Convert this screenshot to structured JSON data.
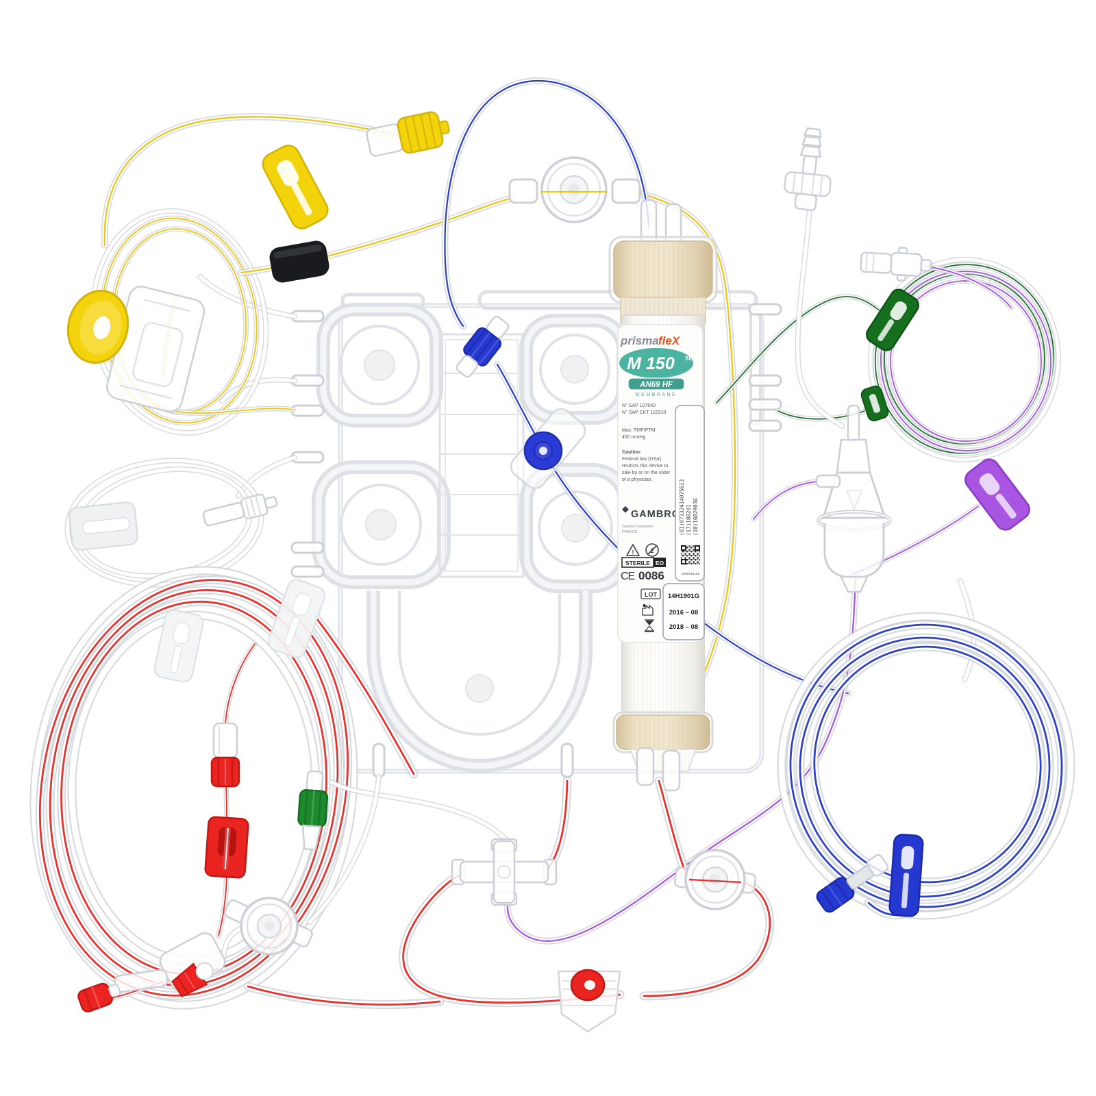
{
  "product": {
    "brand_prefix": "prisma",
    "brand_suffix": "fleX",
    "model": "M 150",
    "model_suffix": "SET",
    "membrane_line1": "AN69 HF",
    "membrane_line2": "MEMBRANE",
    "sap_line1": "N° SAP 107640",
    "sap_line2": "N° SAP CKT 115310",
    "tmp_label": "Max. TMP/PTM:",
    "tmp_value": "450 mmHg",
    "caution_title": "Caution:",
    "caution_lines": [
      "Federal law (USA)",
      "restricts this device to",
      "sale by or on the order",
      "of a physician."
    ],
    "manufacturer": "GAMBRO",
    "manufacturer_sub1": "Gambro Industries",
    "manufacturer_sub2": "FRANCE",
    "gs1_line1": "(01)07332414075613",
    "gs1_line2": "(17)180201",
    "gs1_line3": "(10)16B2903G",
    "qr_number": "1000014102",
    "warning_symbol": "!",
    "do_not_reuse_symbol": "2",
    "sterile_label": "STERILE",
    "sterile_method": "EO",
    "ce_mark": "CE",
    "ce_number": "0086",
    "lot_label": "LOT",
    "lot_value": "14H1901G",
    "mfg_date": "2016 – 08",
    "exp_date": "2018 – 08"
  },
  "colors": {
    "tube_clear": "#c9cdd2",
    "stripe_yellow": "#e9c30b",
    "stripe_blue": "#2337c8",
    "stripe_red": "#ea2420",
    "stripe_green": "#1c6b2d",
    "stripe_purple": "#a34fe0",
    "clamp_yellow": "#f3d30b",
    "clamp_blue": "#2538cf",
    "clamp_red": "#ea2420",
    "clamp_green": "#156f1e",
    "clamp_purple": "#a855e2",
    "clamp_white": "#eff1f3",
    "valve_green": "#1d8a2e",
    "black_sleeve": "#1a1b1e",
    "label_teal": "#4db3a1",
    "membrane_teal": "#3f9e8e",
    "brand_orange": "#e8551c",
    "brand_gray": "#878c96",
    "filter_cap_beige": "#e4d5b8",
    "filter_body": "#f6f2ea"
  }
}
